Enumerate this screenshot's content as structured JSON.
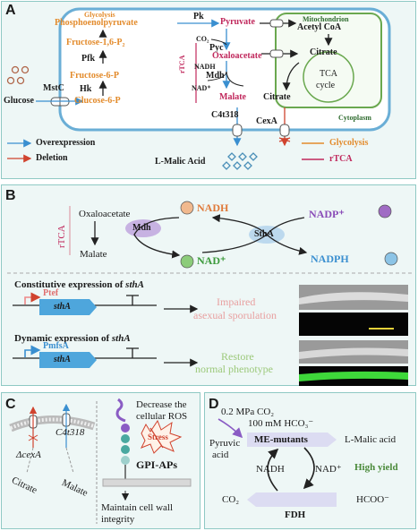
{
  "panels": {
    "a": "A",
    "b": "B",
    "c": "C",
    "d": "D"
  },
  "a": {
    "glycolysis_title": "Glycolysis",
    "pep": "Phosphoenolpyruvate",
    "pk": "Pk",
    "pyruvate": "Pyruvate",
    "co2": "CO₂",
    "pyc": "Pyc",
    "f16p": "Fructose-1,6-P₂",
    "pfk": "Pfk",
    "f6p": "Fructose-6-P",
    "g6p": "Glucose-6-P",
    "hk": "Hk",
    "mstc": "MstC",
    "glucose": "Glucose",
    "rtca_side": "rTCA",
    "oxaloacetate": "Oxaloacetate",
    "nadh": "NADH",
    "mdh": "Mdh",
    "nad": "NAD⁺",
    "malate": "Malate",
    "c4t318": "C4t318",
    "cexa": "CexA",
    "citrate_out": "Citrate",
    "mito": "Mitochondrion",
    "acetylcoa": "Acetyl CoA",
    "citrate_in": "Citrate",
    "tca": "TCA",
    "cycle": "cycle",
    "cytoplasm": "Cytoplasm",
    "malic_acid": "L-Malic Acid",
    "legend": {
      "overexpression": "Overexpression",
      "deletion": "Deletion",
      "glycolysis": "Glycolysis",
      "rtca": "rTCA"
    },
    "colors": {
      "overexpression": "#3a8fd0",
      "deletion": "#d0432e",
      "glycolysis": "#e38b2c",
      "rtca": "#c0285c",
      "cell": "#6aaed6",
      "mito": "#6aa84f"
    }
  },
  "b": {
    "rtca": "rTCA",
    "oxaloacetate": "Oxaloacetate",
    "malate": "Malate",
    "mdh": "Mdh",
    "ntha": "SthA",
    "nadh": "NADH",
    "nad": "NAD⁺",
    "nadp": "NADP⁺",
    "nadph": "NADPH",
    "constitutive": "Constitutive expression of",
    "dynamic": "Dynamic expression of",
    "stha_gene": "sthA",
    "ptef": "Ptef",
    "pmfsa": "PmfsA",
    "impaired1": "Impaired",
    "impaired2": "asexual sporulation",
    "restore1": "Restore",
    "restore2": "normal phenotype"
  },
  "c": {
    "delta_cexa": "ΔcexA",
    "c4t318": "C4t318",
    "citrate": "Citrate",
    "malate": "Malate",
    "ros1": "Decrease the",
    "ros2": "cellular ROS",
    "stress": "Stress",
    "gpi": "GPI-APs",
    "wall1": "Maintain cell wall",
    "wall2": "integrity"
  },
  "d": {
    "co2_top": "0.2 MPa CO₂",
    "hco3": "100 mM HCO₃⁻",
    "me": "ME-mutants",
    "pyruvic1": "Pyruvic",
    "pyruvic2": "acid",
    "lmalic": "L-Malic acid",
    "highyield": "High yield",
    "nadh": "NADH",
    "nad": "NAD⁺",
    "co2_bottom": "CO₂",
    "fdh": "FDH",
    "hcoo": "HCOO⁻"
  }
}
